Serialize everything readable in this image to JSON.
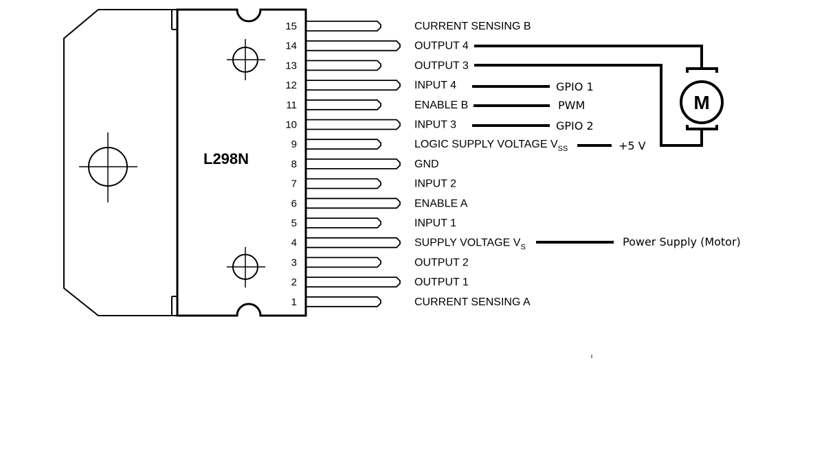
{
  "chip": {
    "name": "L298N",
    "pins": [
      {
        "num": "15",
        "label": "CURRENT SENSING B"
      },
      {
        "num": "14",
        "label": "OUTPUT 4"
      },
      {
        "num": "13",
        "label": "OUTPUT 3"
      },
      {
        "num": "12",
        "label": "INPUT 4"
      },
      {
        "num": "11",
        "label": "ENABLE B"
      },
      {
        "num": "10",
        "label": "INPUT 3"
      },
      {
        "num": "9",
        "label": "LOGIC SUPPLY VOLTAGE V",
        "sub": "SS"
      },
      {
        "num": "8",
        "label": "GND"
      },
      {
        "num": "7",
        "label": "INPUT 2"
      },
      {
        "num": "6",
        "label": "ENABLE A"
      },
      {
        "num": "5",
        "label": "INPUT 1"
      },
      {
        "num": "4",
        "label": "SUPPLY VOLTAGE V",
        "sub": "S"
      },
      {
        "num": "3",
        "label": "OUTPUT 2"
      },
      {
        "num": "2",
        "label": "OUTPUT 1"
      },
      {
        "num": "1",
        "label": "CURRENT SENSING A"
      }
    ]
  },
  "connections": {
    "input4": "GPIO 1",
    "enable_b": "PWM",
    "input3": "GPIO 2",
    "logic_supply": "+5 V",
    "supply_voltage": "Power Supply (Motor)"
  },
  "motor": {
    "letter": "M"
  }
}
